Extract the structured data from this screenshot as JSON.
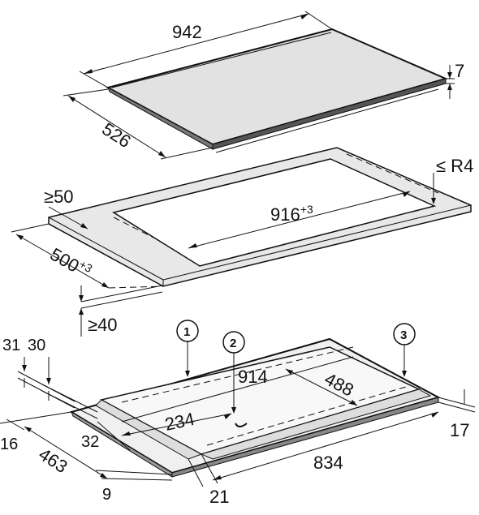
{
  "hob": {
    "width": "942",
    "depth": "526",
    "thickness": "7"
  },
  "cutout": {
    "corner_radius": "≤ R4",
    "edge_distance": "≥50",
    "width_base": "916",
    "width_tol": "+3",
    "depth_base": "500",
    "depth_tol": "+3",
    "worktop_thickness": "≥40"
  },
  "underside": {
    "dim_31": "31",
    "dim_30": "30",
    "dim_914": "914",
    "dim_488": "488",
    "dim_234": "234",
    "dim_16": "16",
    "dim_32": "32",
    "dim_463": "463",
    "dim_834": "834",
    "dim_17": "17",
    "dim_9": "9",
    "dim_21": "21"
  },
  "callouts": {
    "c1": "1",
    "c2": "2",
    "c3": "3"
  }
}
